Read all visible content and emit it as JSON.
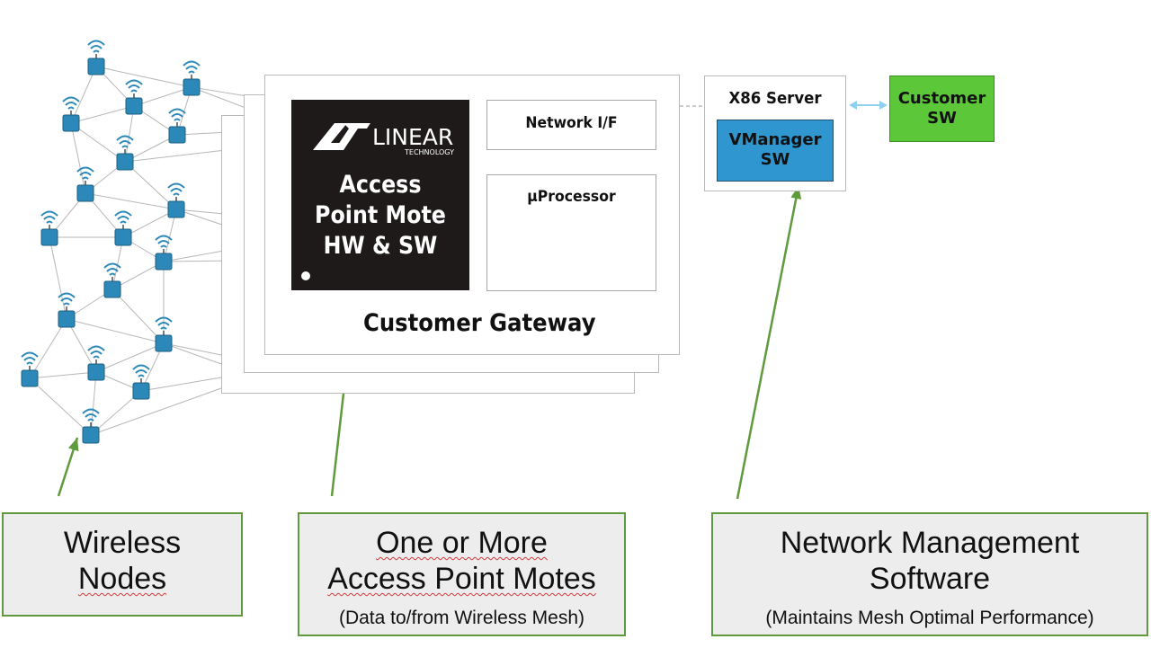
{
  "gateway": {
    "title": "Customer Gateway",
    "chip": {
      "logo_text": "LINEAR",
      "logo_subtext": "TECHNOLOGY",
      "label": "Access\nPoint Mote\nHW & SW"
    },
    "network_if_label": "Network I/F",
    "processor_label": "µProcessor"
  },
  "server": {
    "title": "X86 Server",
    "vmanager_label": "VManager\nSW"
  },
  "customer_sw": {
    "label": "Customer\nSW"
  },
  "callouts": [
    {
      "id": "wireless",
      "line1": "Wireless",
      "line2": "Nodes",
      "sub": ""
    },
    {
      "id": "apm",
      "line1": "One or More",
      "line2": "Access Point Motes",
      "sub": "(Data to/from Wireless Mesh)"
    },
    {
      "id": "nms",
      "line1": "Network Management",
      "line2": "Software",
      "sub": "(Maintains Mesh Optimal Performance)"
    }
  ],
  "colors": {
    "arrow": "#5f9a3c",
    "node": "#2b88b8",
    "vmanager": "#2f96cf",
    "customer_sw": "#5cc738",
    "chip": "#1d1a19",
    "bidirectional_arrow": "#8fd0ee"
  },
  "icons": {
    "node": "wireless-node-icon",
    "signal": "wifi-signal-icon"
  }
}
